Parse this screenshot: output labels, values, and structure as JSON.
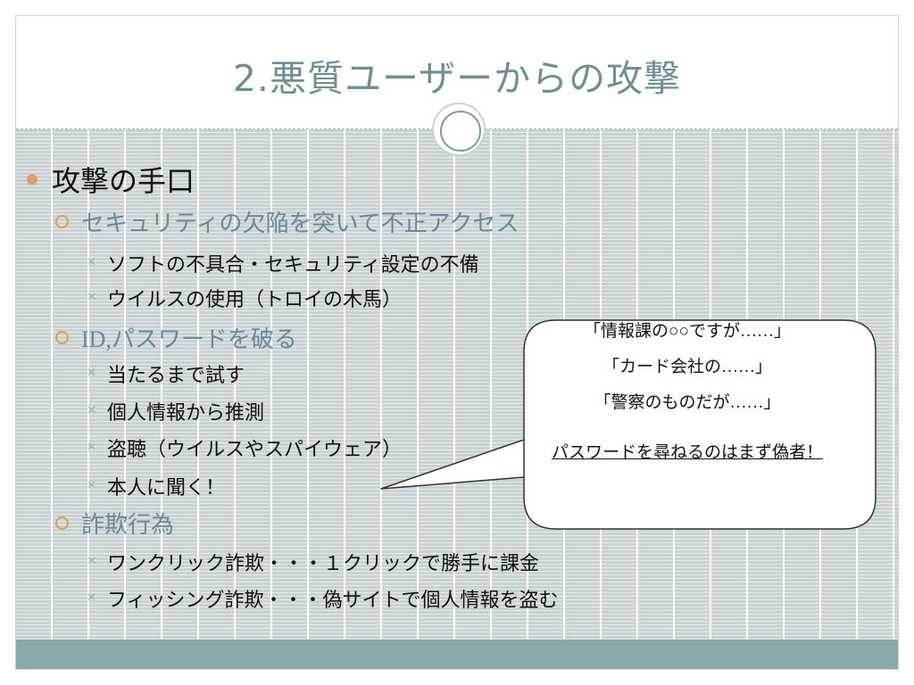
{
  "slide": {
    "title": "2.悪質ユーザーからの攻撃",
    "heading": "攻撃の手口",
    "sections": [
      {
        "label": "セキュリティの欠陥を突いて不正アクセス",
        "items": [
          "ソフトの不具合・セキュリティ設定の不備",
          "ウイルスの使用（トロイの木馬）"
        ]
      },
      {
        "label": "ID,パスワードを破る",
        "items": [
          "当たるまで試す",
          "個人情報から推測",
          "盗聴（ウイルスやスパイウェア）",
          "本人に聞く！"
        ]
      },
      {
        "label": "詐欺行為",
        "items": [
          "ワンクリック詐欺・・・１クリックで勝手に課金",
          "フィッシング詐欺・・・偽サイトで個人情報を盗む"
        ]
      }
    ],
    "callout": {
      "lines": [
        "「情報課の○○ですが……」",
        "「カード会社の……」",
        "「警察のものだが……」"
      ],
      "warning": "パスワードを尋ねるのはまず偽者！"
    }
  },
  "colors": {
    "title": "#6f8f96",
    "body_background": "#c8d1d4",
    "footer_band": "#89a8a9",
    "level1_bullet": "#e69b6d",
    "level2_bullet": "#e0a33b",
    "level2_text": "#6e8794"
  },
  "icons": {
    "level1_marker": "filled-circle-bullet-icon",
    "level2_marker": "hollow-circle-bullet-icon",
    "level3_marker": "cross-bullet-icon",
    "title_ornament": "double-ring-icon"
  }
}
